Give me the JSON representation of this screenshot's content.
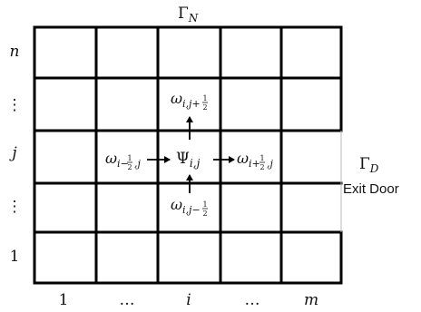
{
  "boundary": {
    "top": {
      "symbol": "Γ",
      "sub": "N"
    },
    "right": {
      "symbol": "Γ",
      "sub": "D"
    },
    "exit_label": "Exit Door"
  },
  "rows": [
    "n",
    "⋮",
    "j",
    "⋮",
    "1"
  ],
  "cols": [
    "1",
    "…",
    "i",
    "…",
    "m"
  ],
  "center": {
    "symbol": "Ψ",
    "sub": "i,j"
  },
  "fluxes": {
    "up": {
      "symbol": "ω",
      "sub": "i,j+",
      "frac_num": "1",
      "frac_den": "2"
    },
    "down": {
      "symbol": "ω",
      "sub": "i,j−",
      "frac_num": "1",
      "frac_den": "2"
    },
    "left": {
      "symbol": "ω",
      "sub": "i−",
      "frac_num": "1",
      "frac_den": "2",
      "tail": ",j"
    },
    "right": {
      "symbol": "ω",
      "sub": "i+",
      "frac_num": "1",
      "frac_den": "2",
      "tail": ",j"
    }
  },
  "colors": {
    "grid": "#000000",
    "text": "#111111",
    "background": "#ffffff"
  }
}
